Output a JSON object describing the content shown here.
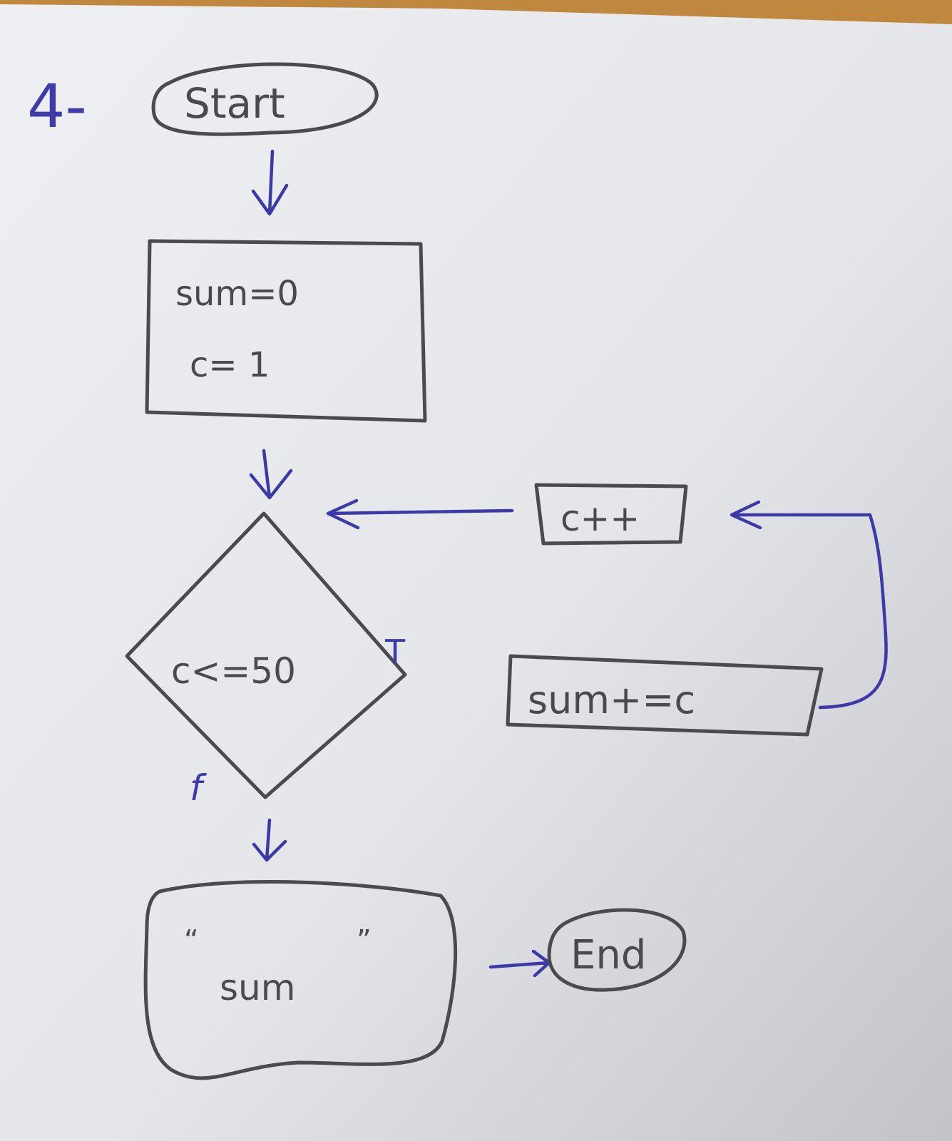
{
  "problem_number": "4-",
  "nodes": {
    "start": "Start",
    "init_line1": "sum=0",
    "init_line2": "c= 1",
    "decision": "c<=50",
    "increment": "c++",
    "accumulate": "sum+=c",
    "output_quote_open": "“",
    "output_quote_close": "”",
    "output": "sum",
    "end": "End"
  },
  "branch_labels": {
    "true": "T",
    "false": "f"
  },
  "colors": {
    "paper": "#e9ebee",
    "pencil": "#4b4b4f",
    "ink": "#3b3aa6"
  }
}
